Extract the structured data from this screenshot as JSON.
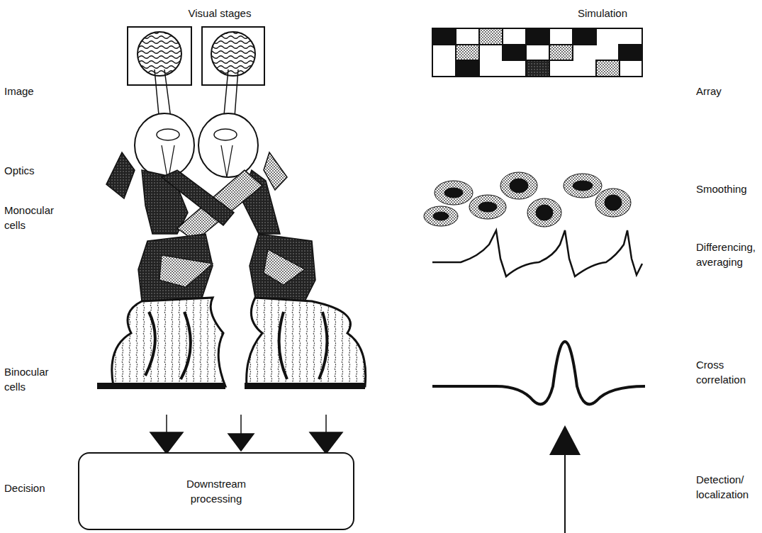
{
  "diagram": {
    "nodes": [
      {
        "text": [
          "Downstream processing"
        ]
      }
    ],
    "edges": [],
    "labels": [
      "Visual stages",
      "Simulation",
      "Image",
      "Array",
      "Optics",
      "Smoothing",
      "Monocular cells",
      "Differencing, averaging",
      "Binocular cells",
      "Cross correlation",
      "Detection/ localization",
      "Decision"
    ]
  }
}
